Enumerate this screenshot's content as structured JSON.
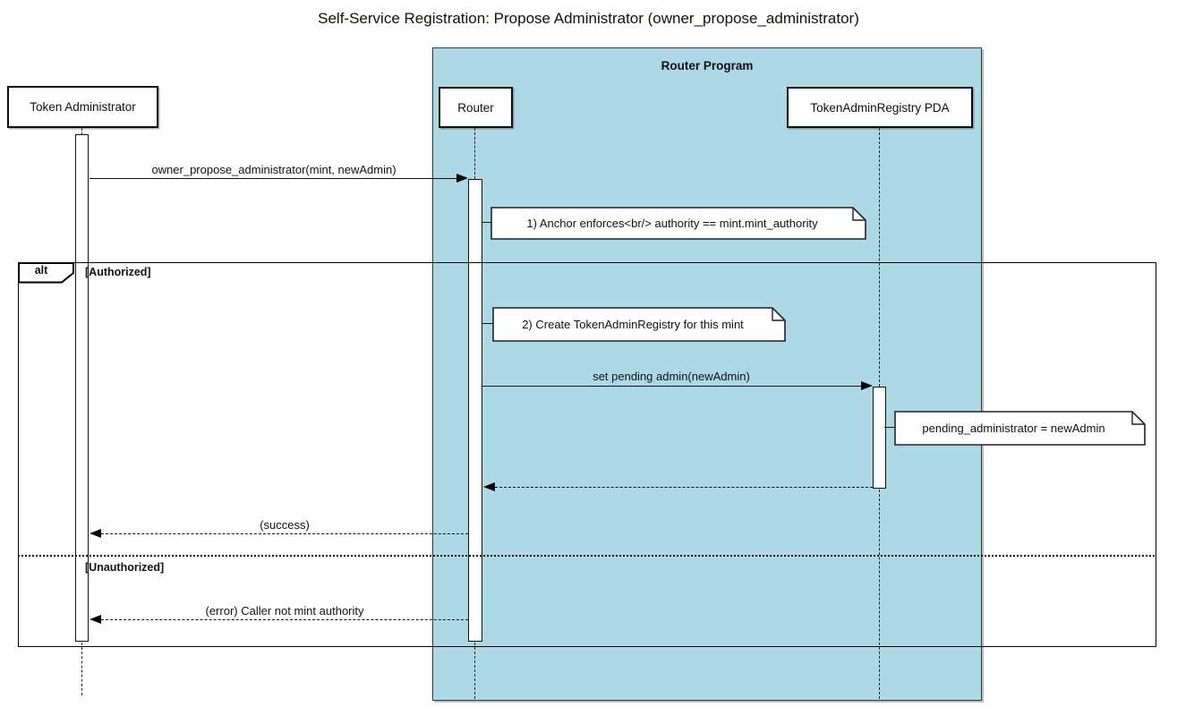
{
  "diagram": {
    "title": "Self-Service Registration: Propose Administrator (owner_propose_administrator)",
    "container": {
      "label": "Router Program"
    },
    "participants": [
      {
        "label": "Token Administrator"
      },
      {
        "label": "Router"
      },
      {
        "label": "TokenAdminRegistry PDA"
      }
    ],
    "messages": [
      {
        "from": "Token Administrator",
        "to": "Router",
        "label": "owner_propose_administrator(mint, newAdmin)",
        "style": "solid"
      },
      {
        "from": "Router",
        "to": "TokenAdminRegistry PDA",
        "label": "set pending admin(newAdmin)",
        "style": "solid"
      },
      {
        "from": "TokenAdminRegistry PDA",
        "to": "Router",
        "label": "",
        "style": "dashed-return"
      },
      {
        "from": "Router",
        "to": "Token Administrator",
        "label": "(success)",
        "style": "dashed-return"
      },
      {
        "from": "Router",
        "to": "Token Administrator",
        "label": "(error) Caller not mint authority",
        "style": "dashed-return"
      }
    ],
    "notes": [
      {
        "text": "1) Anchor enforces<br/> authority == mint.mint_authority"
      },
      {
        "text": "2) Create TokenAdminRegistry for this mint"
      },
      {
        "text": "pending_administrator = newAdmin"
      }
    ],
    "alt": {
      "operator": "alt",
      "guards": [
        "[Authorized]",
        "[Unauthorized]"
      ]
    }
  },
  "colors": {
    "program_fill": "#add8e6",
    "line": "#111111",
    "background": "#ffffff"
  }
}
